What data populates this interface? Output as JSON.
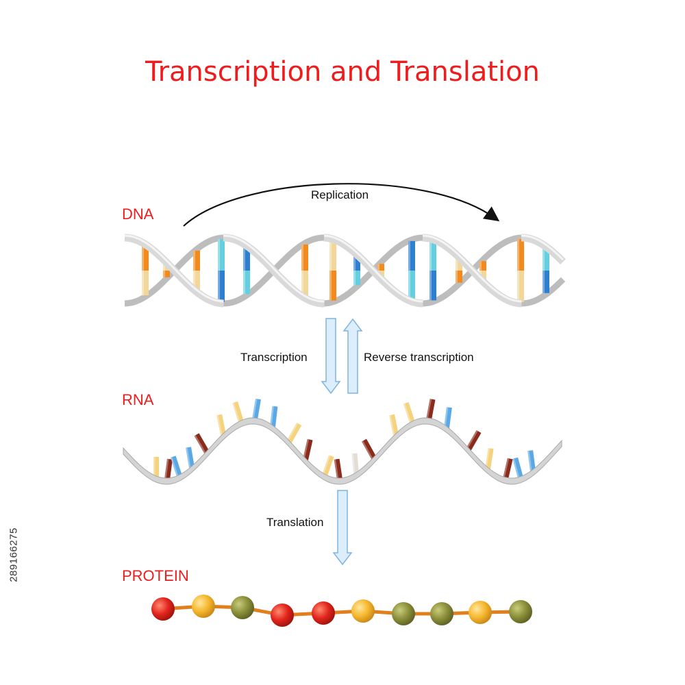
{
  "title": "Transcription and Translation",
  "labels": {
    "dna": "DNA",
    "rna": "RNA",
    "protein": "PROTEIN"
  },
  "processes": {
    "replication": "Replication",
    "transcription": "Transcription",
    "reverse_transcription": "Reverse transcription",
    "translation": "Translation"
  },
  "stock_id": "289166275",
  "colors": {
    "title_red": "#ee1c1c",
    "backbone_gray": "#c8c8c8",
    "base_orange": "#f28a1e",
    "base_cream": "#f3d79a",
    "base_blue": "#2f7fd1",
    "base_cyan": "#65cfe0",
    "rna_brown": "#8b2b1c",
    "rna_yellow": "#f4d27e",
    "rna_light_blue": "#5aa9e6",
    "arrow_fill": "#dcedfb",
    "arrow_stroke": "#7fb3e0",
    "protein_red": "#e2241c",
    "protein_yellow": "#f5b72c",
    "protein_olive": "#8b8f3a",
    "protein_chain": "#e07f1c"
  },
  "protein_chain": [
    "red",
    "yellow",
    "olive",
    "red",
    "red",
    "yellow",
    "olive",
    "olive",
    "yellow",
    "olive"
  ]
}
